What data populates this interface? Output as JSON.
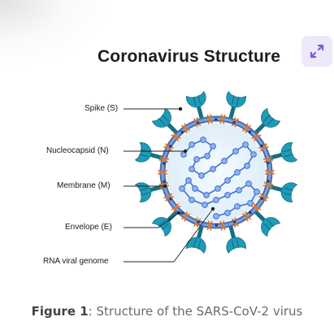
{
  "diagram": {
    "title": "Coronavirus Structure",
    "labels": {
      "spike": "Spike (S)",
      "nucleocapsid": "Nucleocapsid (N)",
      "membrane": "Membrane (M)",
      "envelope": "Envelope (E)",
      "rna": "RNA viral genome"
    }
  },
  "caption": {
    "figure_label": "Figure 1",
    "text": ": Structure of the SARS-CoV-2 virus"
  },
  "colors": {
    "spike_teal": "#1f9bb8",
    "spike_dark": "#146f86",
    "membrane_blue": "#5c7fb8",
    "envelope_orange": "#e0752d",
    "interior": "#e8f3fb",
    "rna_blue": "#3f6fcf",
    "nucleocapsid_bead": "#8fb3f0",
    "expand_purple": "#7c5ad6"
  },
  "icons": {
    "expand": "expand-arrows-icon"
  }
}
